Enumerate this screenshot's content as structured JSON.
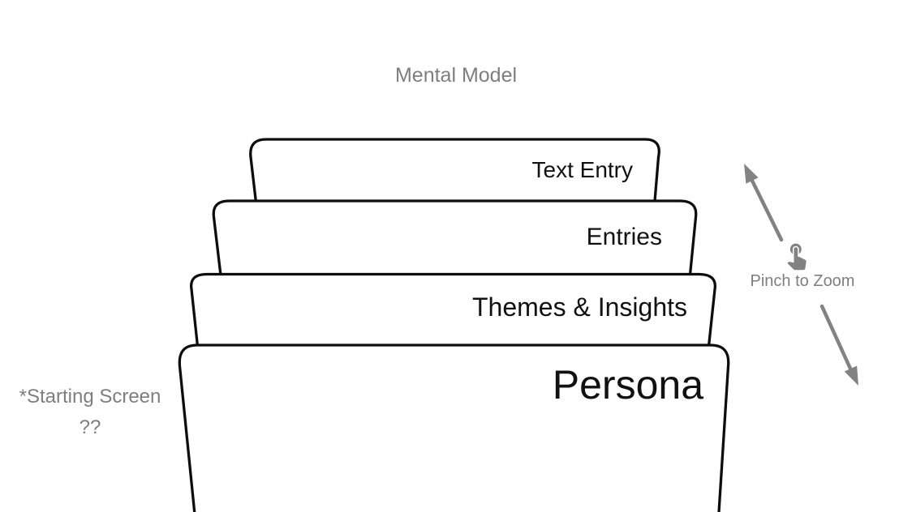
{
  "title": "Mental Model",
  "colors": {
    "background": "#ffffff",
    "card_border": "#0d0d0d",
    "annotation": "#7e7e7e",
    "arrow": "#828282"
  },
  "stack": {
    "cards": [
      {
        "label": "Text Entry"
      },
      {
        "label": "Entries"
      },
      {
        "label": "Themes & Insights"
      },
      {
        "label": "Persona"
      }
    ]
  },
  "annotations": {
    "starting_screen": {
      "line1": "*Starting Screen",
      "line2": "??"
    },
    "pinch_to_zoom": {
      "label": "Pinch to Zoom",
      "icon": "touch-gesture-icon"
    }
  }
}
